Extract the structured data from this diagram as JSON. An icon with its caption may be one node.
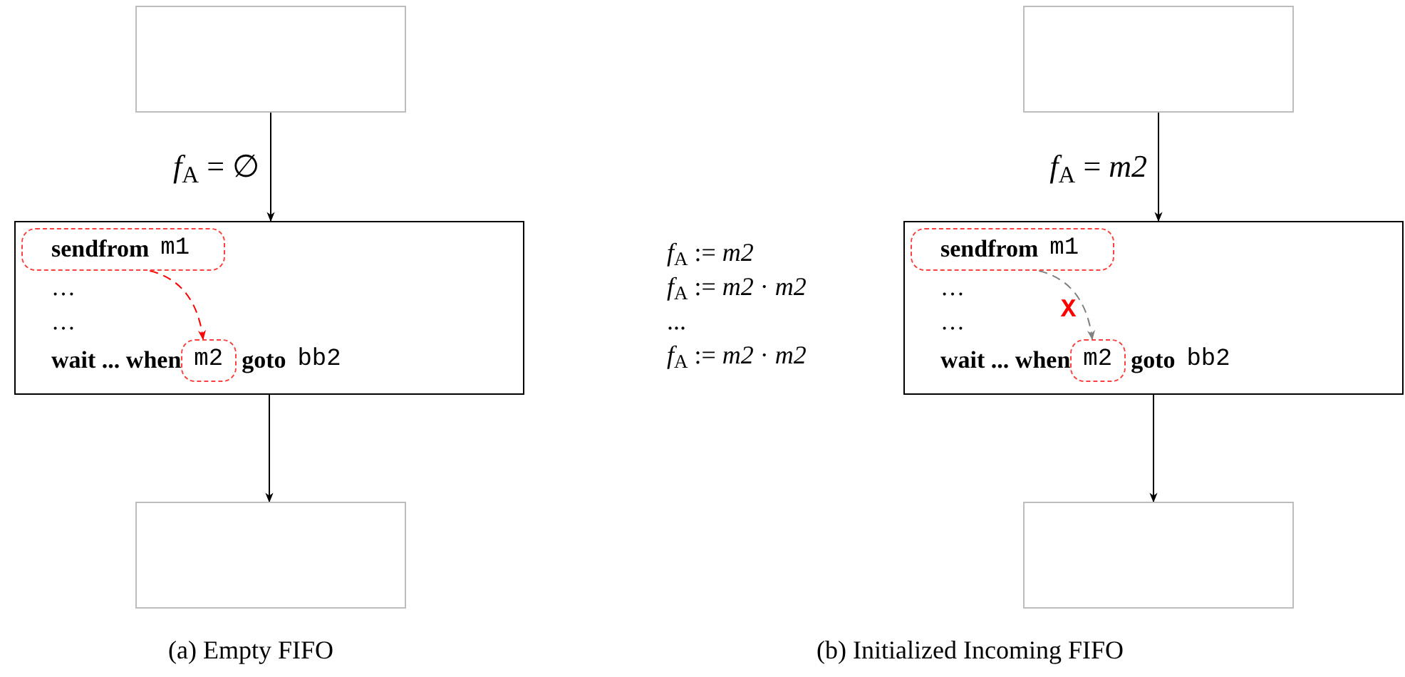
{
  "diagram": {
    "nodes": [
      {
        "text": [],
        "shape": "box"
      },
      {
        "text": [
          "…",
          "…",
          "wait ... when",
          "goto",
          "bb2"
        ]
      },
      {
        "text": [
          "sendfrom",
          "m1"
        ],
        "in": 1
      },
      {
        "text": [
          "m2"
        ],
        "in": 1
      },
      {
        "text": [],
        "shape": "box"
      },
      {
        "text": [],
        "shape": "box"
      },
      {
        "text": [
          "…",
          "…",
          "wait ... when",
          "goto",
          "bb2"
        ]
      },
      {
        "text": [
          "sendfrom",
          "m1"
        ],
        "in": 6
      },
      {
        "text": [
          "m2"
        ],
        "in": 6
      },
      {
        "text": [],
        "shape": "box"
      }
    ],
    "edges": [
      {
        "from": 0,
        "to": 1,
        "arrow": "to",
        "label": "*f*$_{A}$ = ∅"
      },
      {
        "from": 1,
        "to": 4,
        "arrow": "to"
      },
      {
        "from": 2,
        "to": 3,
        "arrow": "to",
        "style": "dashed",
        "color": "#ff0000"
      },
      {
        "from": 5,
        "to": 6,
        "arrow": "to",
        "label": "*f*$_{A}$ = *m2*"
      },
      {
        "from": 6,
        "to": 9,
        "arrow": "to"
      },
      {
        "from": 7,
        "to": 8,
        "arrow": "to",
        "style": "dashed",
        "color": "#808080",
        "label": "X"
      }
    ],
    "labels": [
      "*f*$_{A}$ := *m2*",
      "*f*$_{A}$ := *m2* · *m2*",
      "...",
      "*f*$_{A}$ := *m2* · *m2*",
      "(a) Empty FIFO",
      "(b) Initialized Incoming FIFO"
    ]
  }
}
